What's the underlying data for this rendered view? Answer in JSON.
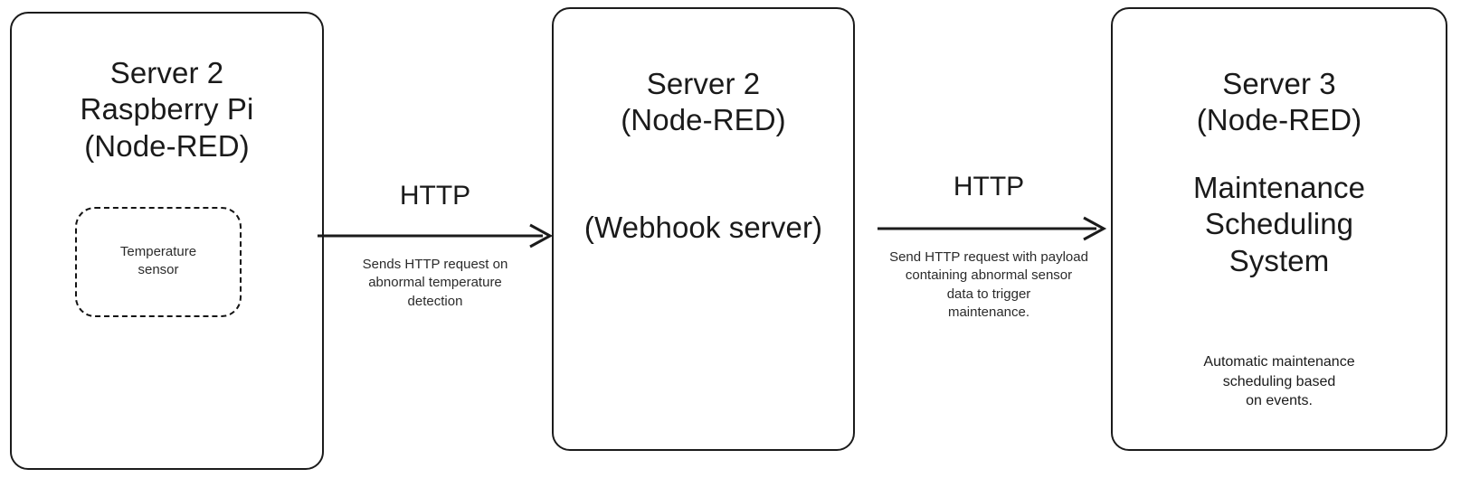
{
  "diagram": {
    "title": "Node-RED HTTP webhook maintenance flow",
    "background_color": "#ffffff",
    "stroke_color": "#1b1b1b",
    "text_color": "#1a1a1a"
  },
  "nodes": [
    {
      "id": "server2-raspberry-pi",
      "title": "Server 2\nRaspberry Pi\n(Node-RED)",
      "inner": {
        "id": "temperature-sensor",
        "label": "Temperature\nsensor",
        "border_style": "dashed"
      }
    },
    {
      "id": "server2-webhook",
      "title": "Server 2\n(Node-RED)",
      "subtitle": "(Webhook server)"
    },
    {
      "id": "server3-maintenance",
      "title": "Server 3\n(Node-RED)",
      "name": "Maintenance\nScheduling\nSystem",
      "caption": "Automatic maintenance\nscheduling based\non events."
    }
  ],
  "edges": [
    {
      "id": "edge-pi-to-webhook",
      "protocol": "HTTP",
      "description": "Sends HTTP request on\nabnormal temperature\ndetection",
      "direction": "right",
      "from": "server2-raspberry-pi",
      "to": "server2-webhook"
    },
    {
      "id": "edge-webhook-to-maintenance",
      "protocol": "HTTP",
      "description": "Send HTTP request with payload\ncontaining abnormal sensor\ndata to trigger\nmaintenance.",
      "direction": "right",
      "from": "server2-webhook",
      "to": "server3-maintenance"
    }
  ]
}
